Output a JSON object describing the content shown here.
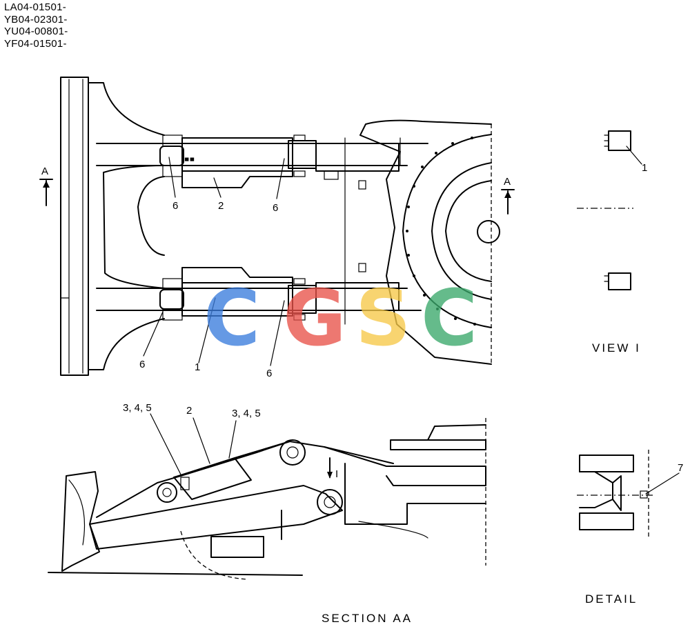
{
  "serial_ranges": [
    "LA04-01501-",
    "YB04-02301-",
    "YU04-00801-",
    "YF04-01501-"
  ],
  "callouts": {
    "c1": "1",
    "c2": "2",
    "c6": "6",
    "c345": "3, 4, 5",
    "c7": "7",
    "c1_view": "1"
  },
  "section_markers": {
    "left": "A",
    "right": "A"
  },
  "view_marker": "I",
  "captions": {
    "view": "VIEW I",
    "detail": "DETAIL",
    "section": "SECTION AA"
  },
  "watermark": {
    "letters": [
      "C",
      "G",
      "S",
      "C"
    ],
    "colors": [
      "#3b7ddd",
      "#e8534a",
      "#f7c948",
      "#3aa86b"
    ]
  }
}
